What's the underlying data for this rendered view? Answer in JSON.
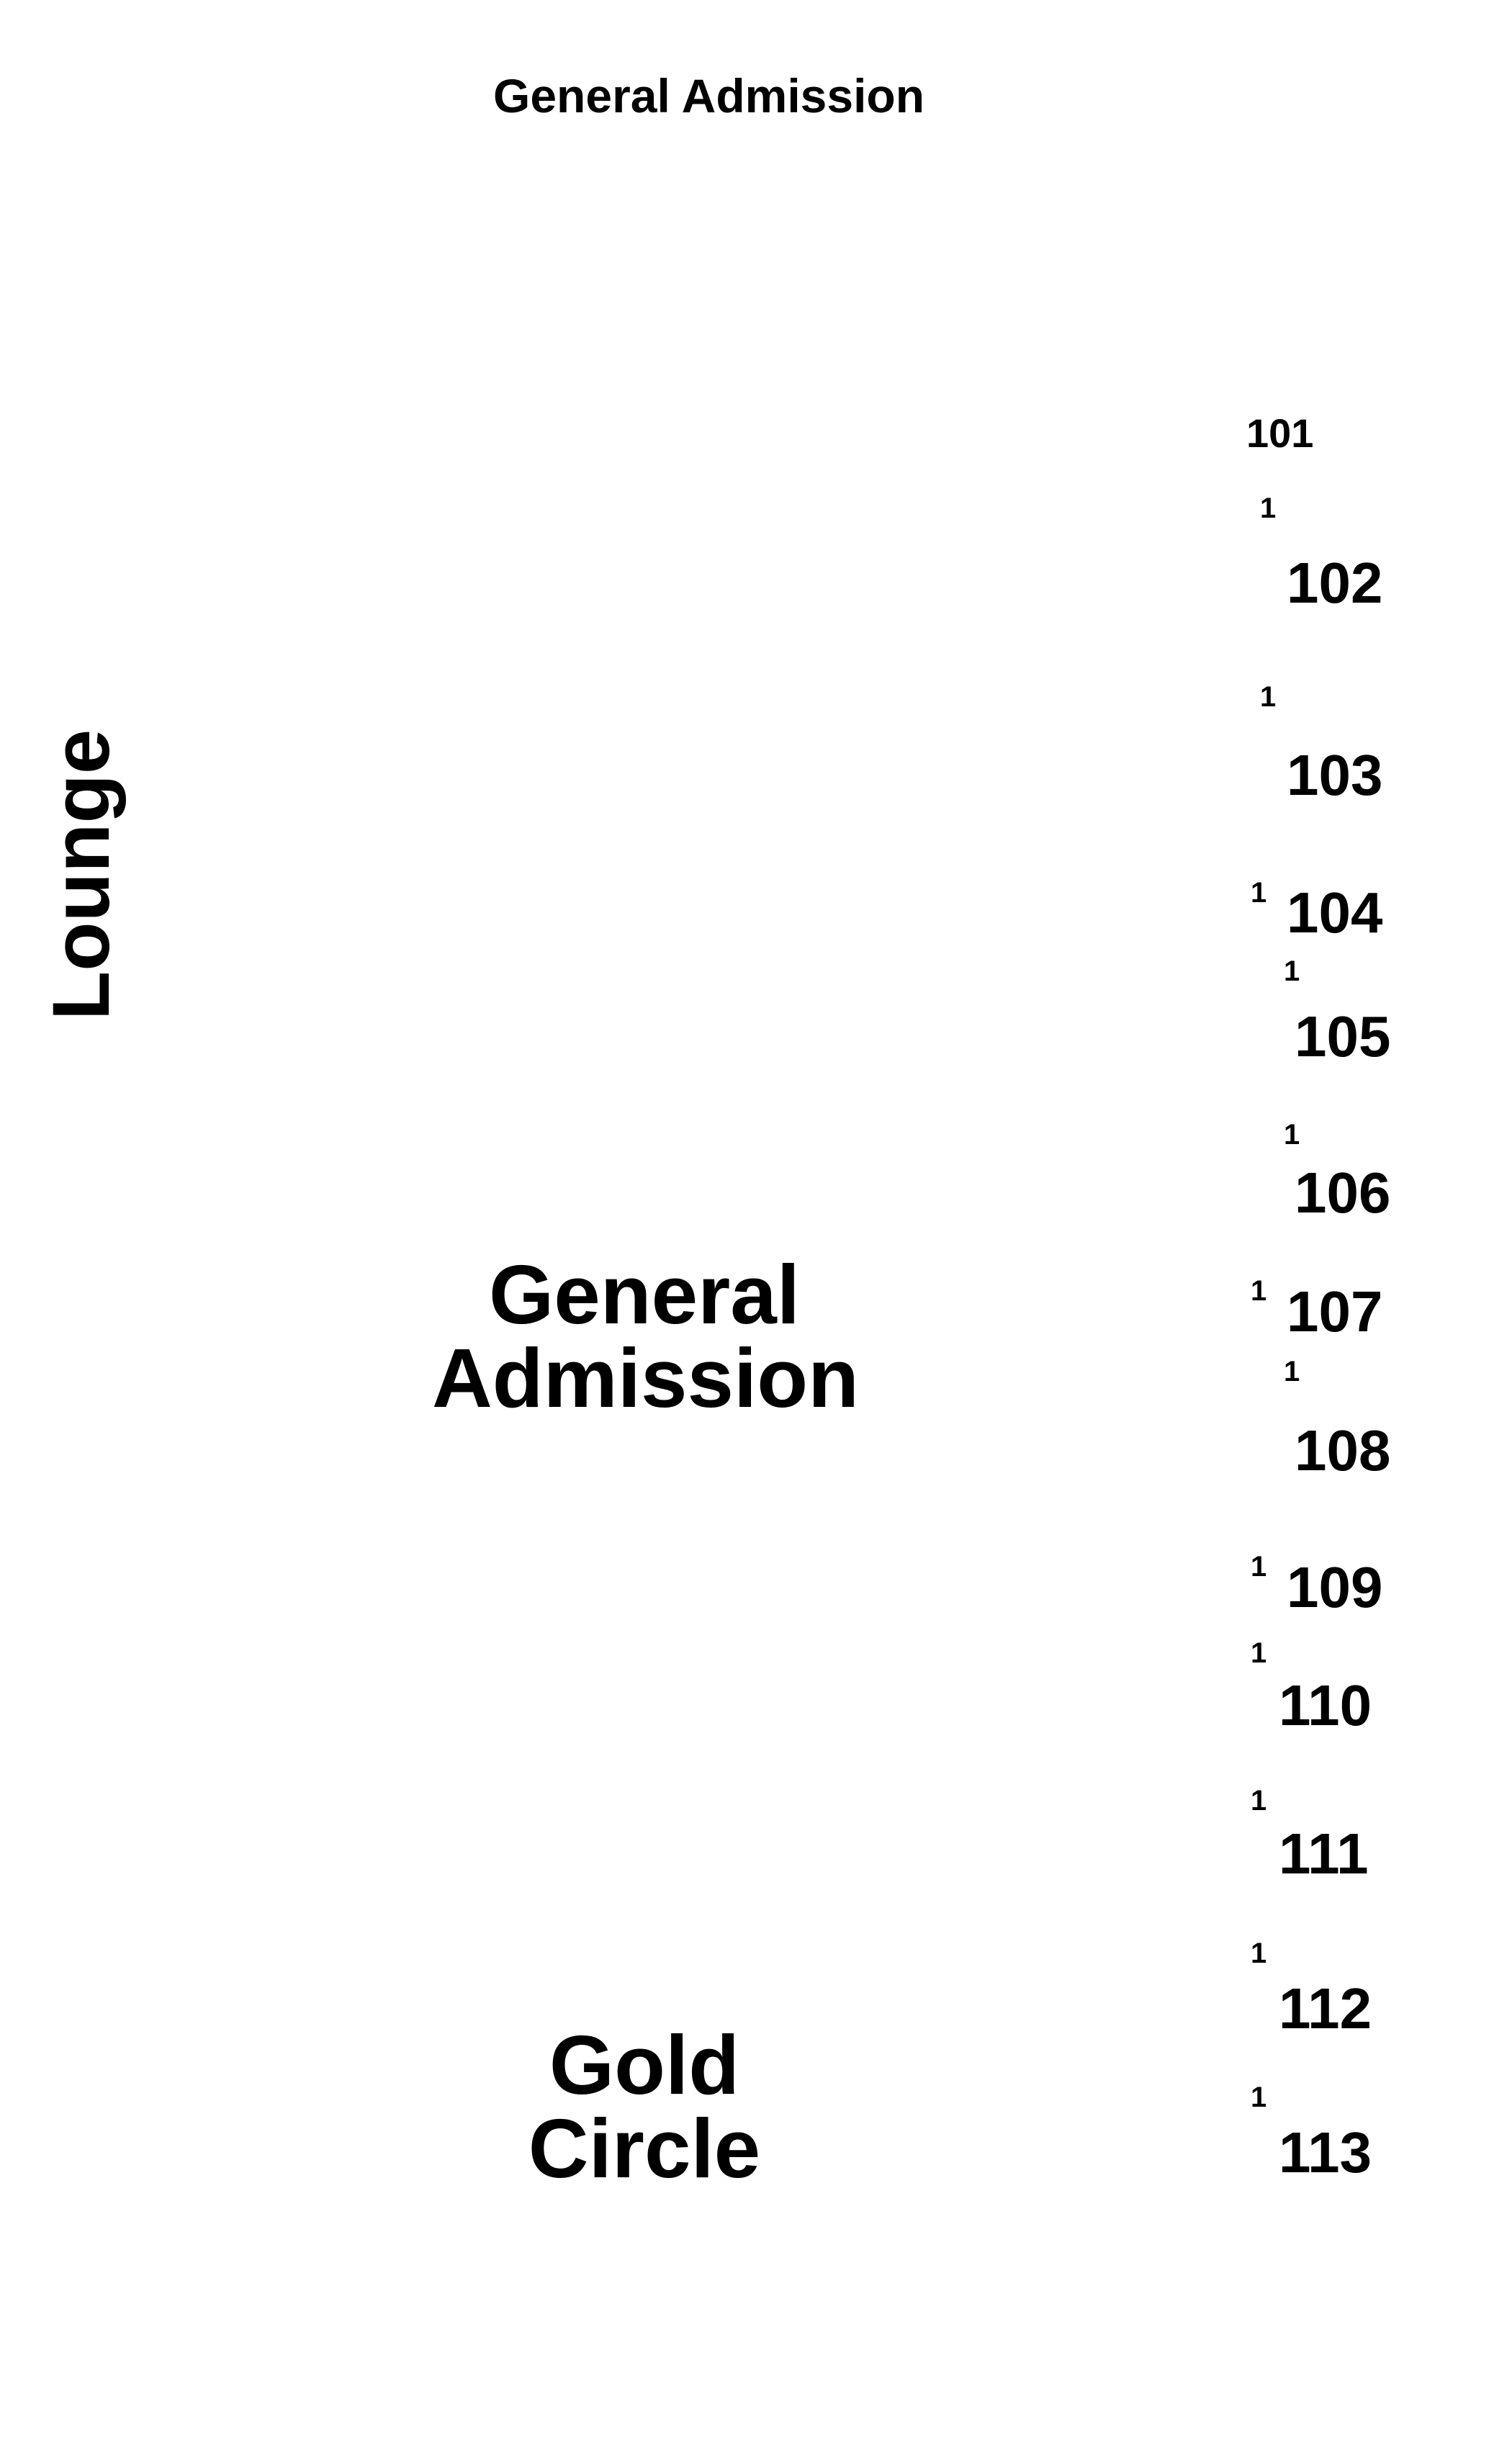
{
  "zones": {
    "top_label": "General Admission",
    "lounge_label": "Lounge",
    "general_admission": {
      "line1": "General",
      "line2": "Admission"
    },
    "gold_circle": {
      "line1": "Gold",
      "line2": "Circle"
    }
  },
  "sections": {
    "s101": {
      "name": "101"
    },
    "s102": {
      "name": "102",
      "row": "1"
    },
    "s103": {
      "name": "103",
      "row": "1"
    },
    "s104": {
      "name": "104",
      "row": "1"
    },
    "s105": {
      "name": "105",
      "row": "1"
    },
    "s106": {
      "name": "106",
      "row": "1"
    },
    "s107": {
      "name": "107",
      "row": "1"
    },
    "s108": {
      "name": "108",
      "row": "1"
    },
    "s109": {
      "name": "109",
      "row": "1"
    },
    "s110": {
      "name": "110",
      "row": "1"
    },
    "s111": {
      "name": "111",
      "row": "1"
    },
    "s112": {
      "name": "112",
      "row": "1"
    },
    "s113": {
      "name": "113",
      "row": "1"
    }
  },
  "colors": {
    "background": "#ffffff",
    "text": "#000000"
  }
}
